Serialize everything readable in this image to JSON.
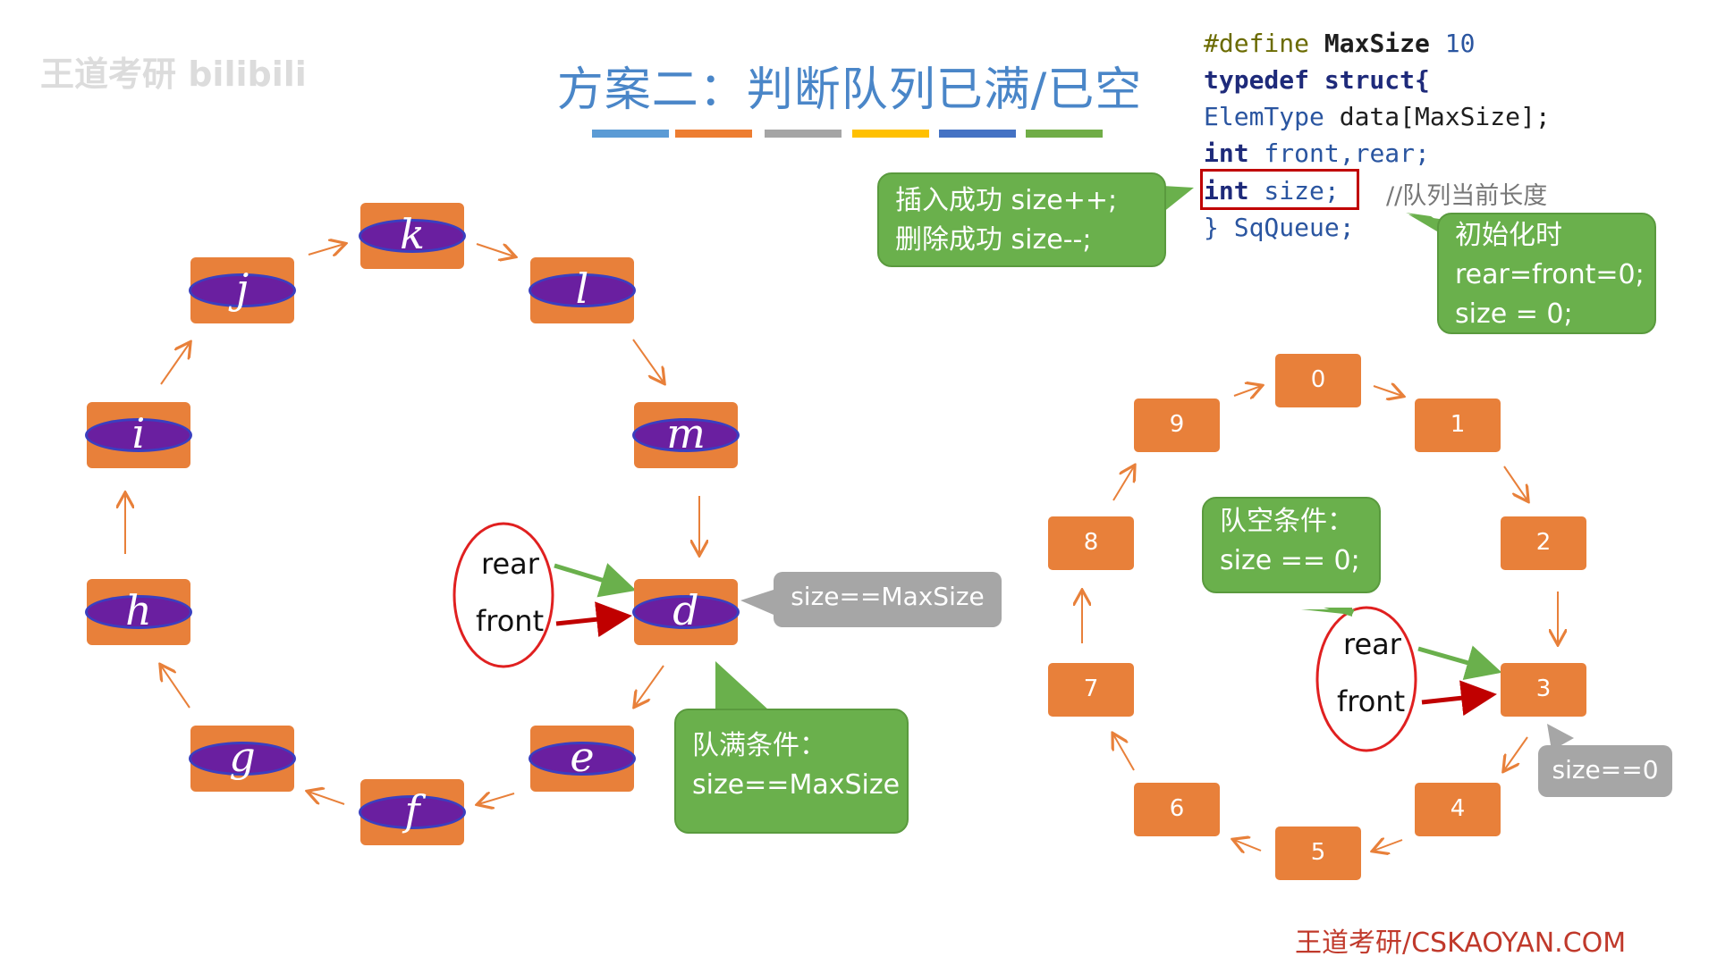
{
  "watermark": "王道考研 bilibili",
  "title": "方案二：判断队列已满/已空",
  "colors": {
    "accent_bars": [
      "#5b9bd5",
      "#ed7d31",
      "#a5a5a5",
      "#ffc000",
      "#4472c4",
      "#70ad47"
    ],
    "node_fill": "#e8803a",
    "oval_fill": "#6a1fa0",
    "callout_green": "#6ab04c",
    "callout_gray": "#a6a6a6",
    "highlight_red": "#c00000"
  },
  "code": {
    "line1_kw": "#define",
    "line1_macro": "MaxSize",
    "line1_value": "10",
    "line2": "typedef struct{",
    "line3_type": "ElemType",
    "line3_rest": " data[MaxSize];",
    "line4_kw": "int",
    "line4_rest": " front,rear;",
    "line5_kw": "int",
    "line5_rest": " size;",
    "line5_comment": "//队列当前长度",
    "line6": "} SqQueue;"
  },
  "callouts": {
    "insert_delete_line1": "插入成功 size++;",
    "insert_delete_line2": "删除成功 size--;",
    "init_line1": "初始化时",
    "init_line2": "rear=front=0;",
    "init_line3": "size = 0;",
    "full_line1": "队满条件：",
    "full_line2": "size==MaxSize",
    "empty_line1": "队空条件：",
    "empty_line2": "size == 0;",
    "full_state": "size==MaxSize",
    "empty_state": "size==0"
  },
  "left_ring": {
    "nodes": [
      "k",
      "l",
      "m",
      "d",
      "e",
      "f",
      "g",
      "h",
      "i",
      "j"
    ],
    "rear_label": "rear",
    "front_label": "front"
  },
  "right_ring": {
    "nodes": [
      "0",
      "1",
      "2",
      "3",
      "4",
      "5",
      "6",
      "7",
      "8",
      "9"
    ],
    "rear_label": "rear",
    "front_label": "front"
  },
  "footer": "王道考研/CSKAOYAN.COM"
}
